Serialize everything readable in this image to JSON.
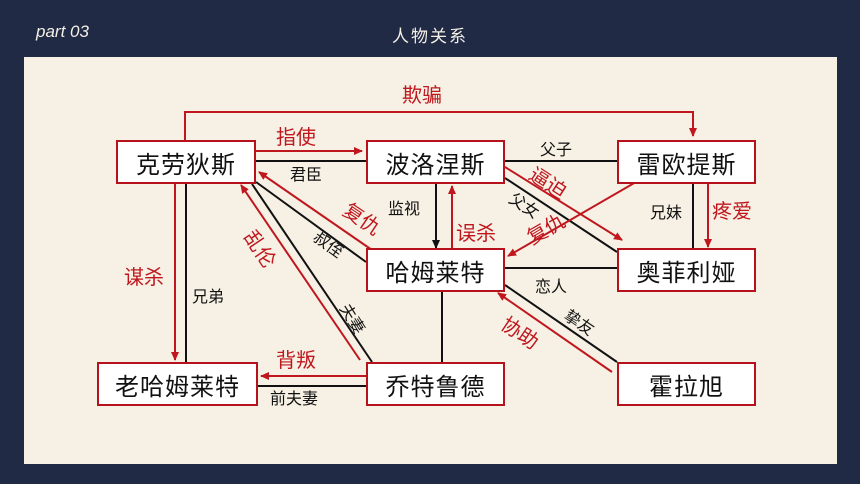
{
  "header": {
    "section": "part 03",
    "title": "人物关系"
  },
  "nodes": {
    "claudius": "克劳狄斯",
    "polonius": "波洛涅斯",
    "laertes": "雷欧提斯",
    "hamlet": "哈姆莱特",
    "ophelia": "奥菲利娅",
    "old_hamlet": "老哈姆莱特",
    "gertrude": "乔特鲁德",
    "horatio": "霍拉旭"
  },
  "relations": {
    "deceive": "欺骗",
    "instruct": "指使",
    "monarch_minister": "君臣",
    "father_son": "父子",
    "force": "逼迫",
    "father_daughter": "父女",
    "revenge_laertes": "复仇",
    "surveil": "监视",
    "mistaken_kill": "误杀",
    "revenge_hamlet": "复仇",
    "uncle_nephew": "叔侄",
    "incest": "乱伦",
    "siblings": "兄妹",
    "dote": "疼爱",
    "conspire_kill": "谋杀",
    "brothers": "兄弟",
    "couple": "夫妻",
    "lovers": "恋人",
    "close_friends": "挚友",
    "assist": "协助",
    "betray": "背叛",
    "ex_couple": "前夫妻"
  },
  "colors": {
    "accent": "#c0171f",
    "background": "#212a45",
    "panel": "#f6f1e4"
  }
}
